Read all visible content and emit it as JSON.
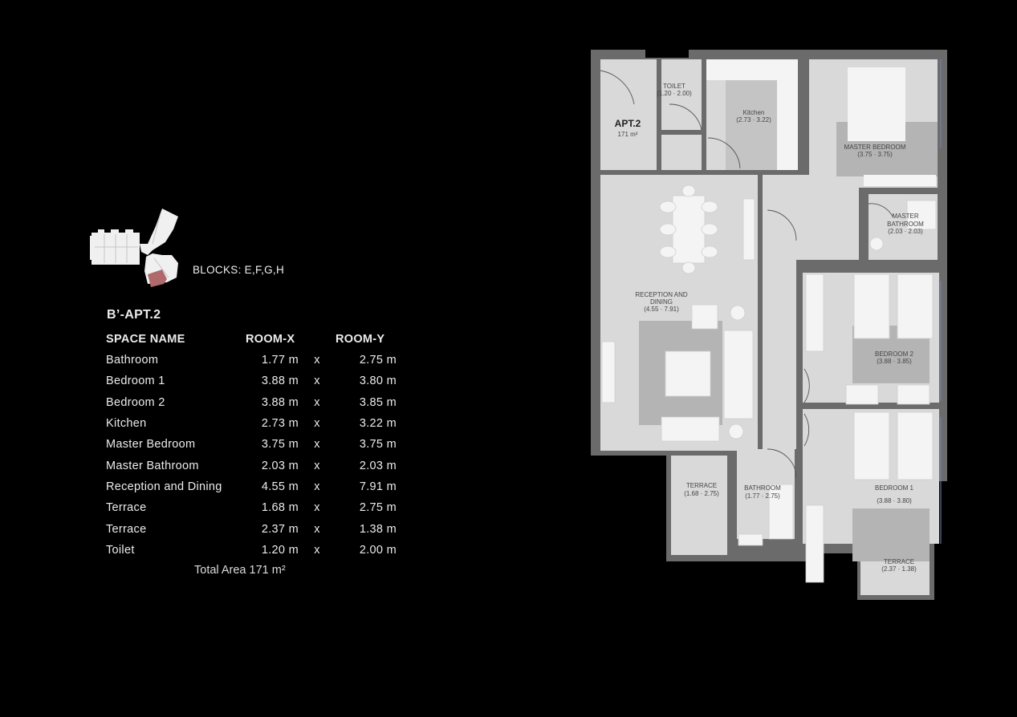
{
  "keyplan": {
    "blocks_label": "BLOCKS: E,F,G,H",
    "highlight_color": "#b06a6c"
  },
  "apartment": {
    "title": "B’-APT.2",
    "columns": [
      "SPACE NAME",
      "ROOM-X",
      "ROOM-Y"
    ],
    "separator": "x",
    "rooms": [
      {
        "name": "Bathroom",
        "x": "1.77 m",
        "y": "2.75 m"
      },
      {
        "name": "Bedroom 1",
        "x": "3.88 m",
        "y": "3.80 m"
      },
      {
        "name": "Bedroom 2",
        "x": "3.88 m",
        "y": "3.85 m"
      },
      {
        "name": "Kitchen",
        "x": "2.73 m",
        "y": "3.22 m"
      },
      {
        "name": "Master Bedroom",
        "x": "3.75 m",
        "y": "3.75 m"
      },
      {
        "name": "Master Bathroom",
        "x": "2.03 m",
        "y": "2.03 m"
      },
      {
        "name": "Reception and Dining",
        "x": "4.55 m",
        "y": "7.91 m"
      },
      {
        "name": "Terrace",
        "x": "1.68 m",
        "y": "2.75 m"
      },
      {
        "name": "Terrace",
        "x": "2.37 m",
        "y": "1.38 m"
      },
      {
        "name": "Toilet",
        "x": "1.20 m",
        "y": "2.00 m"
      }
    ],
    "total_area": "Total Area 171 m²"
  },
  "floorplan": {
    "apt_label": "APT.2",
    "apt_area": "171 m²",
    "labels": {
      "toilet": "TOILET",
      "toilet_dims": "(1.20 · 2.00)",
      "kitchen": "Kitchen",
      "kitchen_dims": "(2.73 · 3.22)",
      "master_bedroom": "MASTER BEDROOM",
      "master_bedroom_dims": "(3.75 · 3.75)",
      "master_bathroom_1": "MASTER",
      "master_bathroom_2": "BATHROOM",
      "master_bathroom_dims": "(2.03 · 2.03)",
      "reception_1": "RECEPTION AND",
      "reception_2": "DINING",
      "reception_dims": "(4.55 · 7.91)",
      "bedroom2": "BEDROOM 2",
      "bedroom2_dims": "(3.88 · 3.85)",
      "bedroom1": "BEDROOM 1",
      "bedroom1_dims": "(3.88 · 3.80)",
      "terrace_a": "TERRACE",
      "terrace_a_dims": "(1.68 · 2.75)",
      "bathroom": "BATHROOM",
      "bathroom_dims": "(1.77 · 2.75)",
      "terrace_b": "TERRACE",
      "terrace_b_dims": "(2.37 · 1.38)"
    },
    "colors": {
      "wall": "#6b6b6b",
      "floor": "#d9d9d9",
      "rug": "#b4b4b4",
      "furniture": "#f4f4f4"
    }
  }
}
